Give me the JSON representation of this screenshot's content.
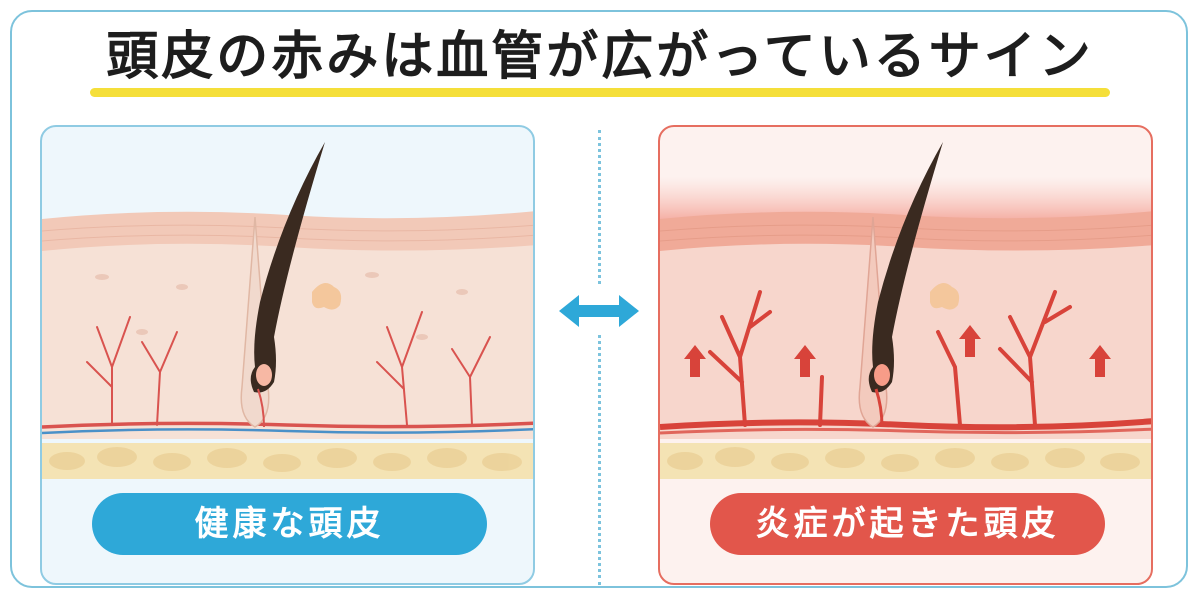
{
  "title": "頭皮の赤みは血管が広がっているサイン",
  "panels": {
    "left": {
      "label": "健康な頭皮"
    },
    "right": {
      "label": "炎症が起きた頭皮"
    }
  },
  "colors": {
    "accent_blue": "#2ea8d8",
    "accent_red": "#e2564b",
    "highlight_yellow": "#f5df3a",
    "hair": "#3a2a20"
  },
  "icons": {
    "compare_arrow": "double-arrow-icon"
  }
}
